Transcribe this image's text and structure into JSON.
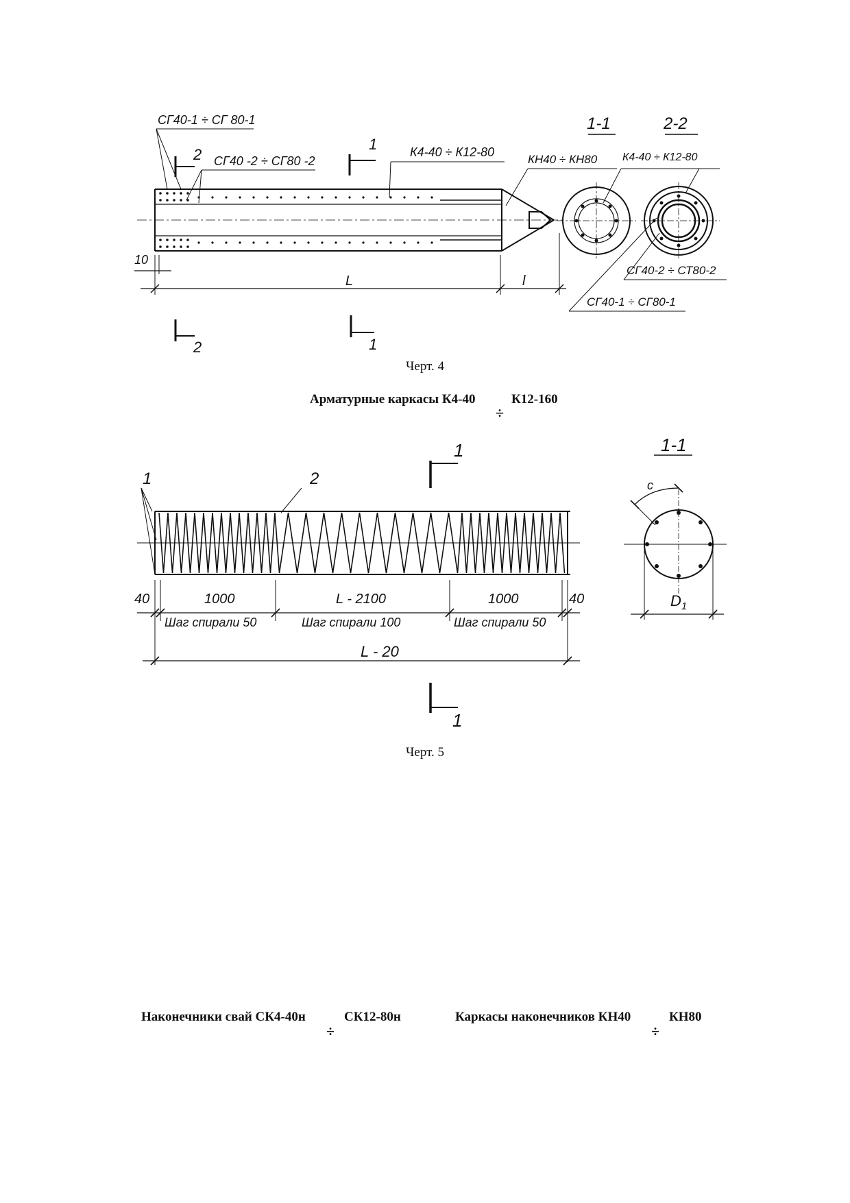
{
  "figure4": {
    "labels": {
      "sg_end_1": "СГ40-1 ÷ СГ 80-1",
      "sg_end_2": "СГ40 -2 ÷ СГ80 -2",
      "cage": "К4-40 ÷ К12-80",
      "tip_cage": "КН40 ÷ КН80",
      "section_1_1": "1-1",
      "section_2_2": "2-2",
      "section_cage": "К4-40 ÷ К12-80",
      "section_sg2": "СГ40-2 ÷ СТ80-2",
      "section_sg1": "СГ40-1 ÷ СГ80-1",
      "mark_1": "1",
      "mark_2": "2",
      "dim_10": "10",
      "dim_L": "L",
      "dim_l": "l"
    },
    "caption": "Черт. 4"
  },
  "figure5": {
    "heading_left": "Арматурные каркасы К4-40",
    "heading_right": "К12-160",
    "labels": {
      "mark_1": "1",
      "mark_2": "2",
      "section_1_1": "1-1",
      "c_label": "с",
      "d_label": "D",
      "d_sub": "1",
      "dim_40_left": "40",
      "dim_1000_left": "1000",
      "dim_mid": "L - 2100",
      "dim_1000_right": "1000",
      "dim_40_right": "40",
      "pitch_left": "Шаг спирали 50",
      "pitch_mid": "Шаг спирали 100",
      "pitch_right": "Шаг спирали 50",
      "dim_total": "L - 20"
    },
    "caption": "Черт. 5"
  },
  "bottom": {
    "left_a": "Наконечники свай СК4-40н",
    "left_b": "СК12-80н",
    "right_a": "Каркасы наконечников КН40",
    "right_b": "КН80"
  },
  "divide_sign": "÷"
}
